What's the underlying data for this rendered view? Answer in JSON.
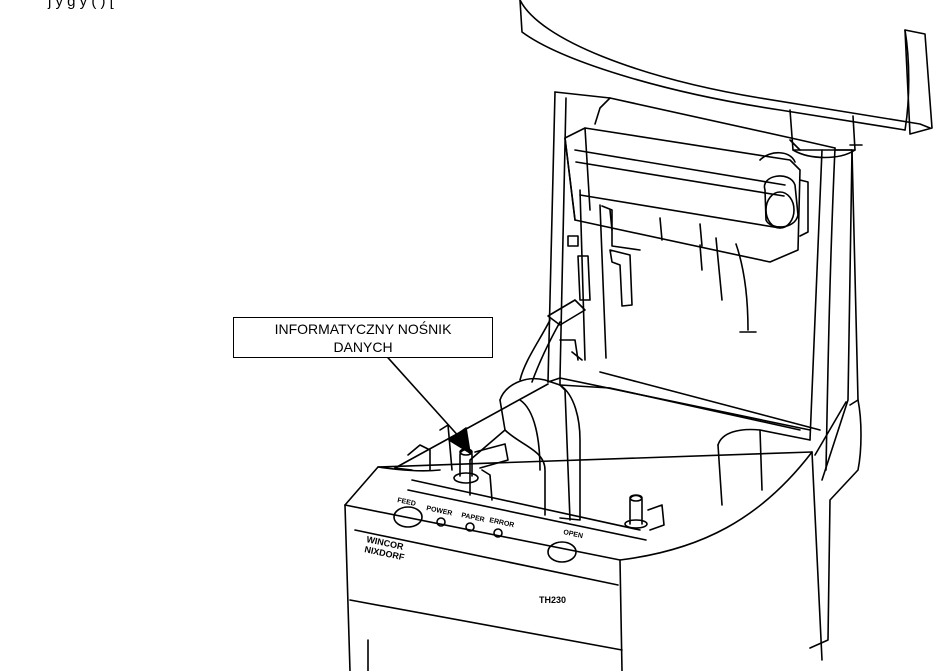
{
  "header": {
    "partial_text": "j                       y g                     y (   )    [ "
  },
  "callout": {
    "line1": "INFORMATYCZNY NOŚNIK",
    "line2": "DANYCH"
  },
  "printer": {
    "brand_line1": "WINCOR",
    "brand_line2": "NIXDORF",
    "model": "TH230",
    "button_feed": "FEED",
    "button_open": "OPEN",
    "led_power": "POWER",
    "led_paper": "PAPER",
    "led_error": "ERROR"
  }
}
